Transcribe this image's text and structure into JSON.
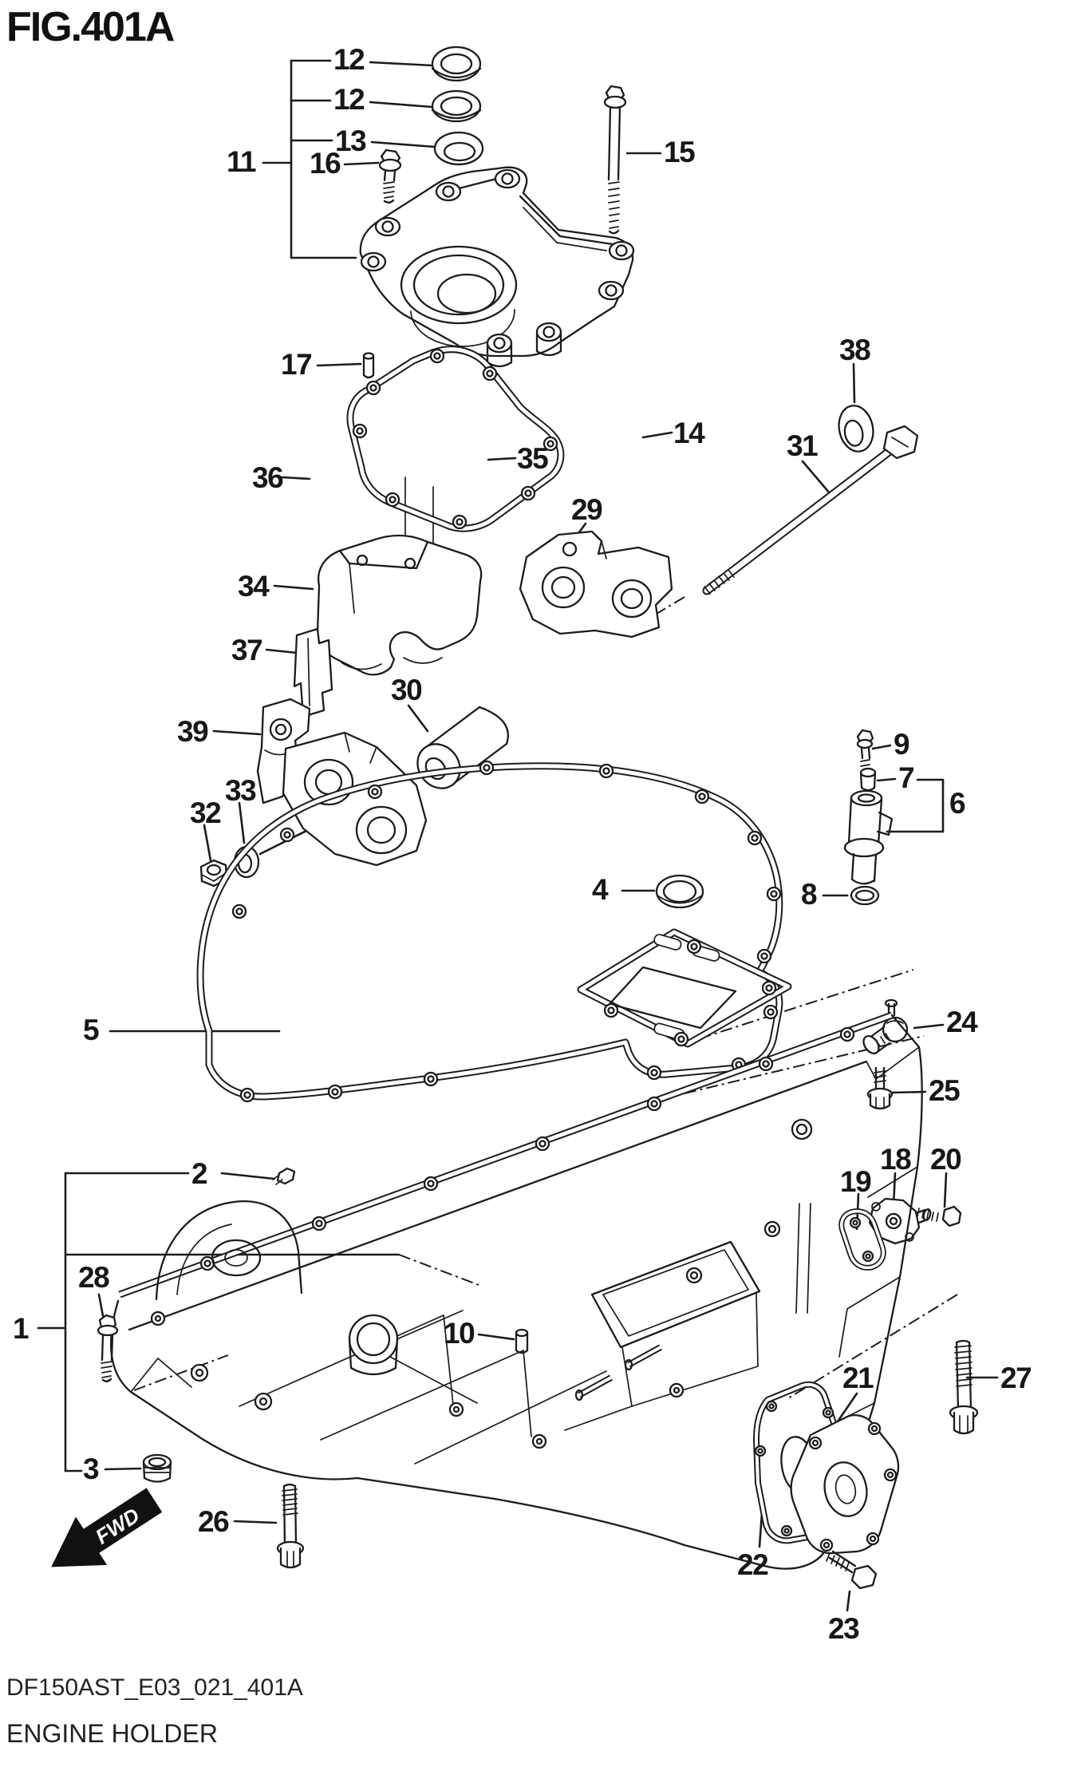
{
  "figure": {
    "title": "FIG.401A"
  },
  "footer": {
    "code": "DF150AST_E03_021_401A",
    "name": "ENGINE HOLDER"
  },
  "direction": {
    "label": "FWD"
  },
  "callouts": {
    "n1": "1",
    "n2": "2",
    "n3": "3",
    "n4": "4",
    "n5": "5",
    "n6": "6",
    "n7": "7",
    "n8": "8",
    "n9": "9",
    "n10": "10",
    "n11": "11",
    "n12a": "12",
    "n12b": "12",
    "n13": "13",
    "n14": "14",
    "n15": "15",
    "n16": "16",
    "n17": "17",
    "n18": "18",
    "n19": "19",
    "n20": "20",
    "n21": "21",
    "n22": "22",
    "n23": "23",
    "n24": "24",
    "n25": "25",
    "n26": "26",
    "n27": "27",
    "n28": "28",
    "n29": "29",
    "n30": "30",
    "n31": "31",
    "n32": "32",
    "n33": "33",
    "n34": "34",
    "n35": "35",
    "n36": "36",
    "n37": "37",
    "n38": "38",
    "n39": "39"
  },
  "colors": {
    "ink": "#1c1c1c",
    "paper": "#ffffff"
  }
}
